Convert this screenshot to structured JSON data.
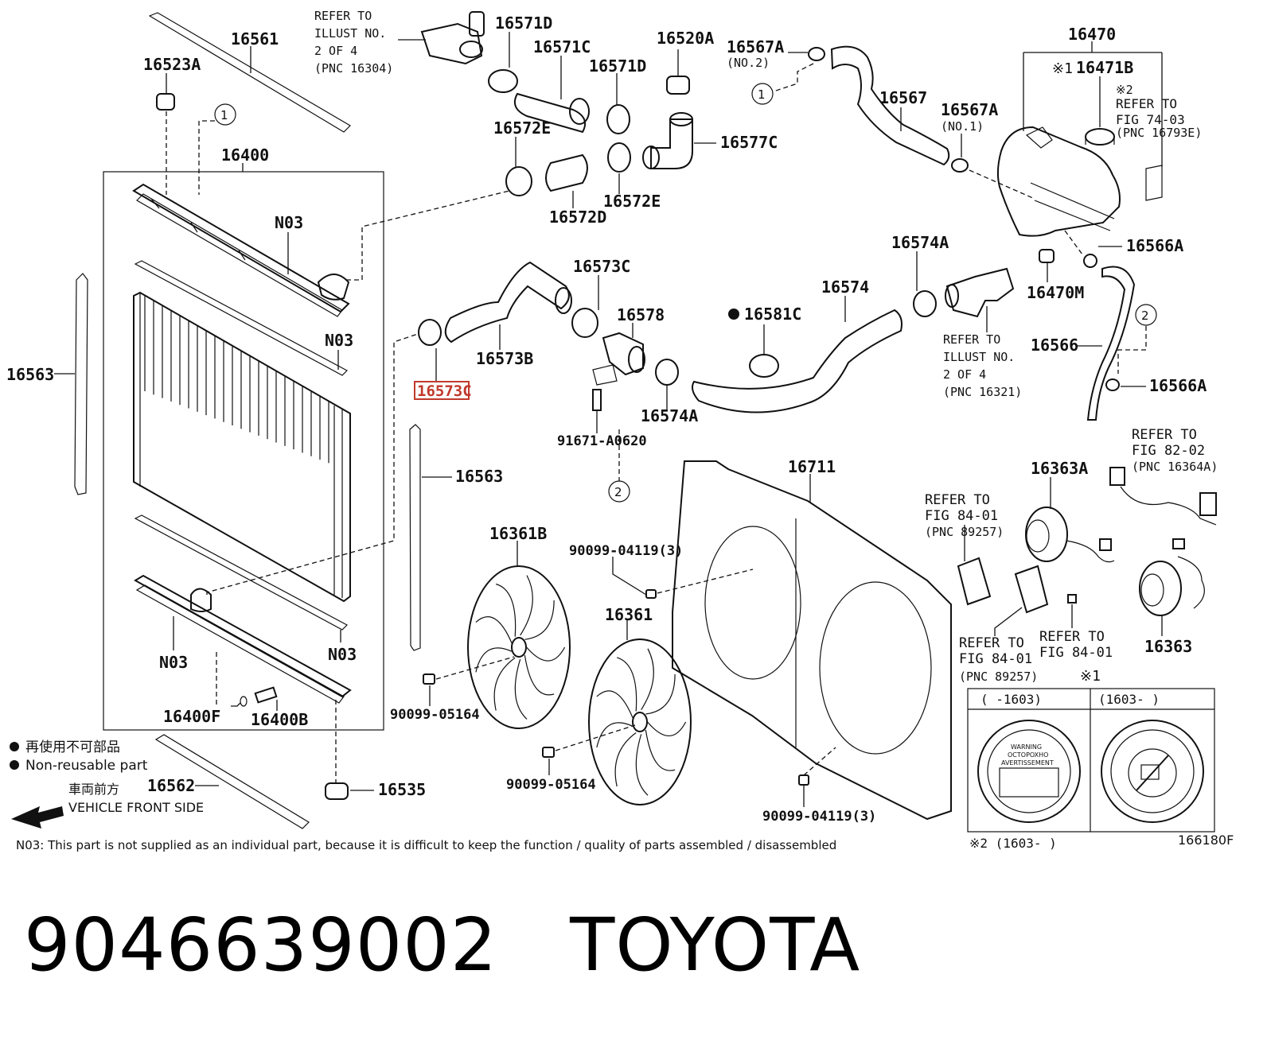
{
  "labels": {
    "p16561": "16561",
    "p16523A": "16523A",
    "p16400": "16400",
    "p16563_left": "16563",
    "n03_top": "N03",
    "n03_mid": "N03",
    "n03_bl": "N03",
    "n03_br": "N03",
    "p16400F": "16400F",
    "p16400B": "16400B",
    "p16562": "16562",
    "p16535": "16535",
    "p16571D_a": "16571D",
    "p16571C": "16571C",
    "p16571D_b": "16571D",
    "p16520A": "16520A",
    "p16572E_a": "16572E",
    "p16572D": "16572D",
    "p16572E_b": "16572E",
    "p16577C": "16577C",
    "p16573C_top": "16573C",
    "p16578": "16578",
    "p16573B": "16573B",
    "p16573C_sel": "16573C",
    "p91671": "91671-A0620",
    "p16574A_a": "16574A",
    "p16563_mid": "16563",
    "p16567A_a": "16567A",
    "no2": "(NO.2)",
    "p16567": "16567",
    "p16567A_b": "16567A",
    "no1": "(NO.1)",
    "p16470": "16470",
    "p16471B": "16471B",
    "p16566A_a": "16566A",
    "p16470M": "16470M",
    "p16574A_b": "16574A",
    "p16574": "16574",
    "p16581C": "16581C",
    "p16566": "16566",
    "p16566A_b": "16566A",
    "p16711": "16711",
    "p16361B": "16361B",
    "p16361": "16361",
    "p90099_04119_a": "90099-04119(3)",
    "p90099_04119_b": "90099-04119(3)",
    "p90099_05164_a": "90099-05164",
    "p90099_05164_b": "90099-05164",
    "p16363A": "16363A",
    "p16363": "16363",
    "circle1": "1",
    "circle2": "2",
    "mark1": "※1",
    "mark2": "※2"
  },
  "refs": {
    "illust_a": [
      "REFER TO",
      "ILLUST NO.",
      "2 OF 4",
      "(PNC 16304)"
    ],
    "illust_b": [
      "REFER TO",
      "ILLUST NO.",
      "2 OF 4",
      "(PNC 16321)"
    ],
    "fig74": [
      "REFER TO",
      "FIG 74-03",
      "(PNC 16793E)"
    ],
    "fig82": [
      "REFER TO",
      "FIG 82-02",
      "(PNC 16364A)"
    ],
    "fig84_a": [
      "REFER TO",
      "FIG 84-01",
      "(PNC 89257)"
    ],
    "fig84_b": [
      "REFER TO",
      "FIG 84-01",
      "(PNC 89257)"
    ],
    "fig84_c": [
      "REFER TO",
      "FIG 84-01"
    ]
  },
  "legend": {
    "jp_nonreusable": "再使用不可部品",
    "en_nonreusable": "Non-reusable part",
    "jp_front": "車両前方",
    "en_front": "VEHICLE FRONT SIDE"
  },
  "caps": {
    "left_header": "(      -1603)",
    "right_header": "(1603-      )",
    "cap_text_1": "WARNING",
    "cap_text_2": "OCTOPOXHO",
    "cap_text_3": "AVERTISSEMENT",
    "footnote": "※2 (1603-      )"
  },
  "note": "N03: This part is not supplied as an individual part, because it is difficult to keep the function / quality of parts assembled / disassembled",
  "figure_code": "166180F",
  "caption": "9046639002   TOYOTA"
}
